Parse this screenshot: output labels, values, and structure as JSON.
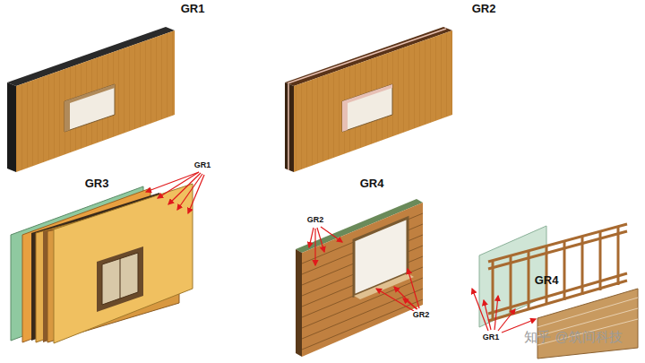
{
  "diagram": {
    "labels": [
      "GR1",
      "GR2",
      "GR3",
      "GR1",
      "GR4",
      "GR2",
      "GR2",
      "GR4",
      "GR1",
      "知乎 @筑间科技"
    ]
  }
}
